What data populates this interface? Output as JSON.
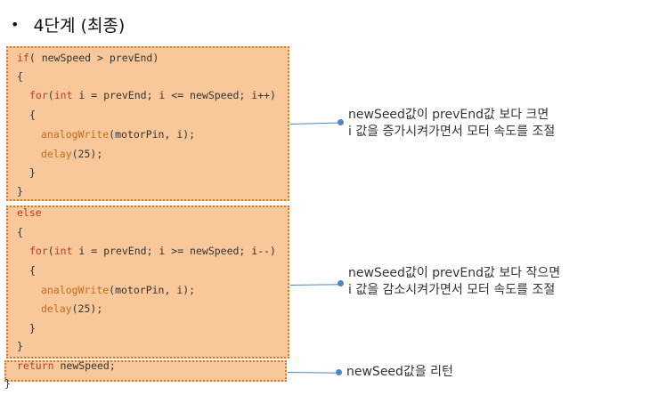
{
  "heading": {
    "bullet": "•",
    "title": "4단계 (최종)"
  },
  "colors": {
    "box_fill": "#f9c89a",
    "box_border": "#e8751a",
    "connector": "#4a86c8"
  },
  "code": {
    "l1_kw": "if",
    "l1_rest": "( newSpeed > prevEnd)",
    "l2": "{",
    "l3_kw": "for",
    "l3_mid": "(",
    "l3_kw2": "int",
    "l3_rest": " i = prevEnd; i <= newSpeed; i++)",
    "l4": "{",
    "l5_fn": "analogWrite",
    "l5_rest": "(motorPin, i);",
    "l6_fn": "delay",
    "l6_rest": "(25);",
    "l7": "}",
    "l8": "}",
    "l9_kw": "else",
    "l10": "{",
    "l11_kw": "for",
    "l11_mid": "(",
    "l11_kw2": "int",
    "l11_rest": " i = prevEnd; i >= newSpeed; i--)",
    "l12": "{",
    "l13_fn": "analogWrite",
    "l13_rest": "(motorPin, i);",
    "l14_fn": "delay",
    "l14_rest": "(25);",
    "l15": "}",
    "l16": "}",
    "l17_kw": "return",
    "l17_rest": " newSpeed;",
    "l18": "}"
  },
  "notes": {
    "n1_line1": "newSeed값이 prevEnd값 보다 크면",
    "n1_line2": "i 값을 증가시켜가면서 모터 속도를 조절",
    "n2_line1": "newSeed값이 prevEnd값 보다 작으면",
    "n2_line2": "i 값을 감소시켜가면서 모터 속도를 조절",
    "n3_line1": "newSeed값을 리턴"
  }
}
